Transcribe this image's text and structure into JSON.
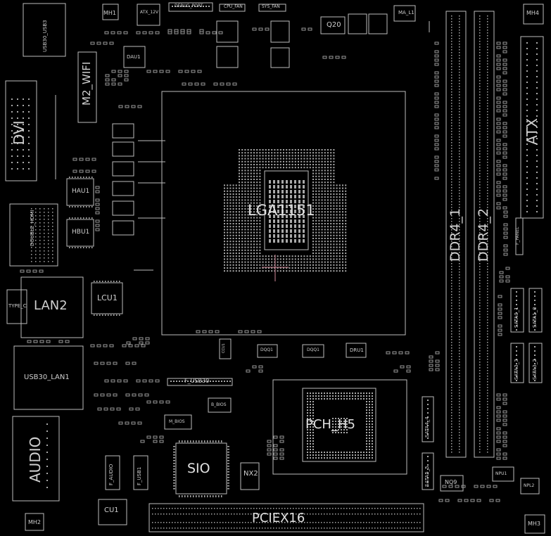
{
  "labels": {
    "mh1": "MH1",
    "atx12v": "ATX_12V",
    "debug_port": "DEBUG_PORT",
    "cpu_fan": "CPU_FAN",
    "sys_fan": "SYS_FAN",
    "ma_l1": "MA_L1",
    "q20": "Q20",
    "mh4": "MH4",
    "usb": "USB30_USB3",
    "m2_wifi": "M2_WIFI",
    "dau1": "DAU1",
    "dvi": "DVI",
    "atx": "ATX",
    "hau1": "HAU1",
    "hbu1": "HBU1",
    "hdmi": "DOUBLE_HDMI",
    "lga": "LGA1151",
    "ddr4_1": "DDR4_1",
    "ddr4_2": "DDR4_2",
    "f_panel": "F_PANEL",
    "lan2": "LAN2",
    "type_c": "TYPE_C",
    "lcu1": "LCU1",
    "sata_a0_1": "SATA0_1",
    "sata_a1_0": "SATA1_0",
    "usb30_lan1": "USB30_LAN1",
    "f_usb30": "F_USB30",
    "dqq1": "DQQ1",
    "dqq1b": "DQQ1",
    "dru1": "DRU1",
    "ccu1": "CCU1",
    "sata3_3": "SATA3_3",
    "sata3_2": "SATA3_2",
    "b_bios": "B_BIOS",
    "m_bios": "M_BIOS",
    "pch": "PCH_H5",
    "sata4_4": "SATA4_4",
    "audio": "AUDIO",
    "sio": "SIO",
    "f_audio": "F_AUDIO",
    "f_usb1": "F_USB1",
    "nx2": "NX2",
    "sata5_5": "SATA5_5",
    "nq9": "NQ9",
    "npu1": "NPU1",
    "npl2": "NPL2",
    "cu1": "CU1",
    "pciex16": "PCIEX16",
    "mh2": "MH2",
    "mh3": "MH3"
  },
  "colors": {
    "background": "#000000",
    "outline": "#bdbdbd",
    "text": "#cfcfcf",
    "pin_fill": "#a8a8a8",
    "cpu_cross": "#d48a9a"
  }
}
